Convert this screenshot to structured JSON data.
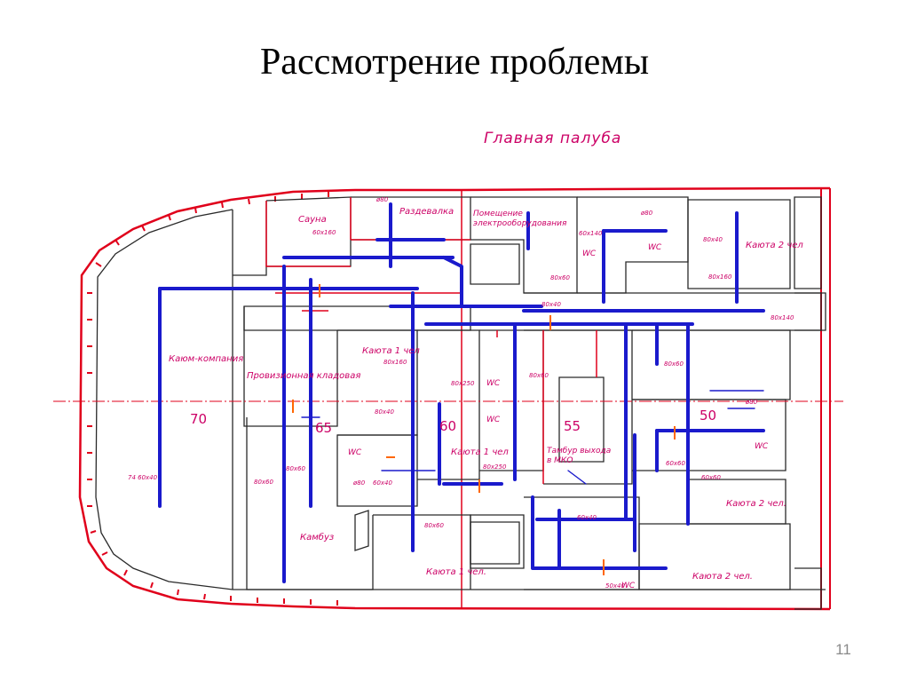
{
  "slide": {
    "title": "Рассмотрение проблемы",
    "page_number": "11"
  },
  "drawing": {
    "deck_title": "Главная палуба",
    "frame_numbers": [
      "70",
      "65",
      "60",
      "55",
      "50"
    ],
    "rooms": {
      "sauna": "Сауна",
      "changing_room": "Раздевалка",
      "equipment_room": "Помещение электрооборудования",
      "wardroom": "Каюм-компания",
      "provision_store": "Провизионная кладовая",
      "cabin_1_a": "Каюта 1 чел",
      "cabin_1_b": "Каюта 1 чел",
      "cabin_1_c": "Каюта 1 чел.",
      "cabin_2_a": "Каюта 2 чел",
      "cabin_2_b": "Каюта 2 чел.",
      "cabin_2_c": "Каюта 2 чел.",
      "galley": "Камбуз",
      "vestibule": "Тамбур выхода в МКО",
      "wc": "WC"
    },
    "duct_sizes": [
      "ø80",
      "ø80",
      "60х160",
      "60х140",
      "80х160",
      "80х60",
      "80х160",
      "80х60",
      "80х40",
      "80х140",
      "80х60",
      "80х40",
      "80х60",
      "80х250",
      "80х250",
      "60х40",
      "60х40",
      "50х40",
      "60х60",
      "80х60",
      "60х60",
      "80х60",
      "74 60х40",
      "80х40",
      "ø80",
      "ø80"
    ]
  },
  "colors": {
    "hull": "#e0001b",
    "ducts": "#1a1acc",
    "walls": "#2a2a2a",
    "labels": "#cc0066"
  }
}
